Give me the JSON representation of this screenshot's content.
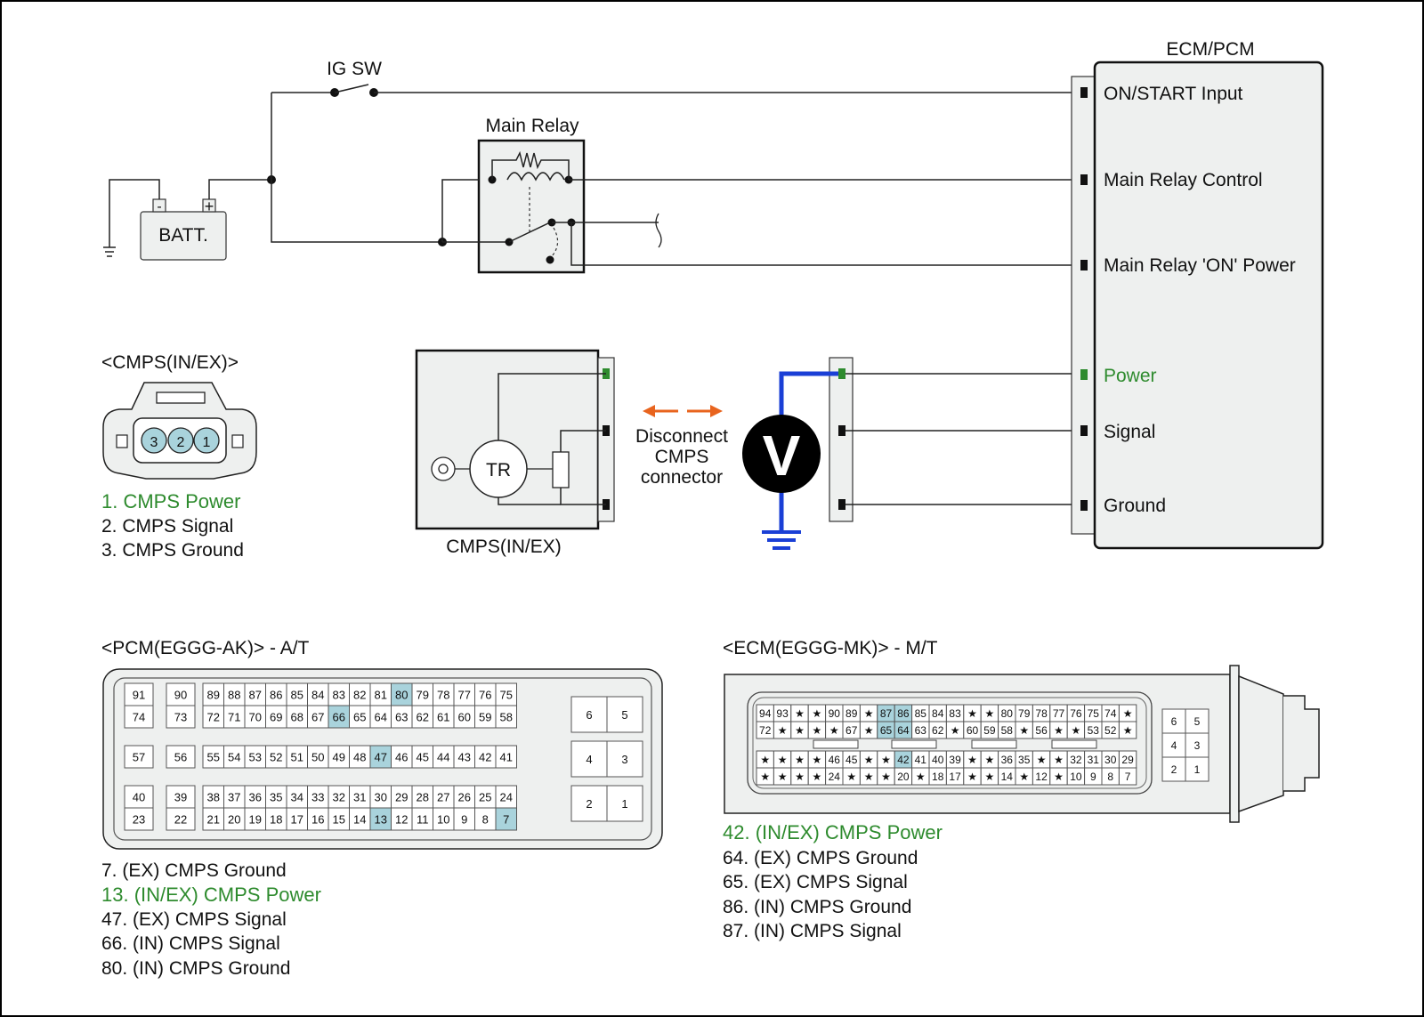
{
  "components": {
    "ig_sw": "IG SW",
    "main_relay": "Main Relay",
    "battery": "BATT.",
    "battery_neg": "-",
    "battery_pos": "+",
    "ecm_pcm": "ECM/PCM",
    "sensor_tr": "TR",
    "sensor_caption": "CMPS(IN/EX)",
    "voltmeter": "V",
    "disconnect_note": [
      "Disconnect",
      "CMPS",
      "connector"
    ]
  },
  "ecm_pins": [
    {
      "label": "ON/START Input",
      "highlight": false
    },
    {
      "label": "Main Relay Control",
      "highlight": false
    },
    {
      "label": "Main Relay 'ON' Power",
      "highlight": false
    },
    {
      "label": "Power",
      "highlight": true
    },
    {
      "label": "Signal",
      "highlight": false
    },
    {
      "label": "Ground",
      "highlight": false
    }
  ],
  "cmps_connector": {
    "title": "<CMPS(IN/EX)>",
    "pins": [
      "3",
      "2",
      "1"
    ],
    "legend": [
      {
        "text": "1. CMPS Power",
        "highlight": true
      },
      {
        "text": "2. CMPS Signal",
        "highlight": false
      },
      {
        "text": "3. CMPS Ground",
        "highlight": false
      }
    ]
  },
  "pcm_connector": {
    "title": "<PCM(EGGG-AK)> - A/T",
    "rows": [
      [
        "91",
        "90",
        "89",
        "88",
        "87",
        "86",
        "85",
        "84",
        "83",
        "82",
        "81",
        "80",
        "79",
        "78",
        "77",
        "76",
        "75"
      ],
      [
        "74",
        "73",
        "72",
        "71",
        "70",
        "69",
        "68",
        "67",
        "66",
        "65",
        "64",
        "63",
        "62",
        "61",
        "60",
        "59",
        "58"
      ],
      [
        "57",
        "56",
        "55",
        "54",
        "53",
        "52",
        "51",
        "50",
        "49",
        "48",
        "47",
        "46",
        "45",
        "44",
        "43",
        "42",
        "41"
      ],
      [
        "40",
        "39",
        "38",
        "37",
        "36",
        "35",
        "34",
        "33",
        "32",
        "31",
        "30",
        "29",
        "28",
        "27",
        "26",
        "25",
        "24"
      ],
      [
        "23",
        "22",
        "21",
        "20",
        "19",
        "18",
        "17",
        "16",
        "15",
        "14",
        "13",
        "12",
        "11",
        "10",
        "9",
        "8",
        "7"
      ]
    ],
    "side_pins": [
      [
        "6",
        "5"
      ],
      [
        "4",
        "3"
      ],
      [
        "2",
        "1"
      ]
    ],
    "highlighted": [
      "80",
      "66",
      "47",
      "13",
      "7"
    ],
    "legend": [
      {
        "text": "7. (EX) CMPS Ground",
        "highlight": false
      },
      {
        "text": "13. (IN/EX) CMPS Power",
        "highlight": true
      },
      {
        "text": "47. (EX) CMPS Signal",
        "highlight": false
      },
      {
        "text": "66. (IN) CMPS Signal",
        "highlight": false
      },
      {
        "text": "80. (IN) CMPS Ground",
        "highlight": false
      }
    ]
  },
  "ecm_connector": {
    "title": "<ECM(EGGG-MK)> - M/T",
    "rows": [
      [
        "94",
        "93",
        "★",
        "★",
        "90",
        "89",
        "★",
        "87",
        "86",
        "85",
        "84",
        "83",
        "★",
        "★",
        "80",
        "79",
        "78",
        "77",
        "76",
        "75",
        "74",
        "★"
      ],
      [
        "72",
        "★",
        "★",
        "★",
        "★",
        "67",
        "★",
        "65",
        "64",
        "63",
        "62",
        "★",
        "60",
        "59",
        "58",
        "★",
        "56",
        "★",
        "★",
        "53",
        "52",
        "★"
      ],
      [
        "★",
        "★",
        "★",
        "★",
        "46",
        "45",
        "★",
        "★",
        "42",
        "41",
        "40",
        "39",
        "★",
        "★",
        "36",
        "35",
        "★",
        "★",
        "32",
        "31",
        "30",
        "29"
      ],
      [
        "★",
        "★",
        "★",
        "★",
        "24",
        "★",
        "★",
        "★",
        "20",
        "★",
        "18",
        "17",
        "★",
        "★",
        "14",
        "★",
        "12",
        "★",
        "10",
        "9",
        "8",
        "7"
      ]
    ],
    "side_pins": [
      [
        "6",
        "5"
      ],
      [
        "4",
        "3"
      ],
      [
        "2",
        "1"
      ]
    ],
    "highlighted": [
      "87",
      "86",
      "65",
      "64",
      "42"
    ],
    "legend": [
      {
        "text": "42. (IN/EX) CMPS Power",
        "highlight": true
      },
      {
        "text": "64. (EX) CMPS Ground",
        "highlight": false
      },
      {
        "text": "65. (EX) CMPS Signal",
        "highlight": false
      },
      {
        "text": "86. (IN) CMPS Ground",
        "highlight": false
      },
      {
        "text": "87. (IN) CMPS Signal",
        "highlight": false
      }
    ]
  },
  "colors": {
    "highlight_text": "#2e8b2e",
    "pin_highlight": "#a9d3dc",
    "probe_wire": "#1a3fd6",
    "arrow": "#e8641e"
  }
}
